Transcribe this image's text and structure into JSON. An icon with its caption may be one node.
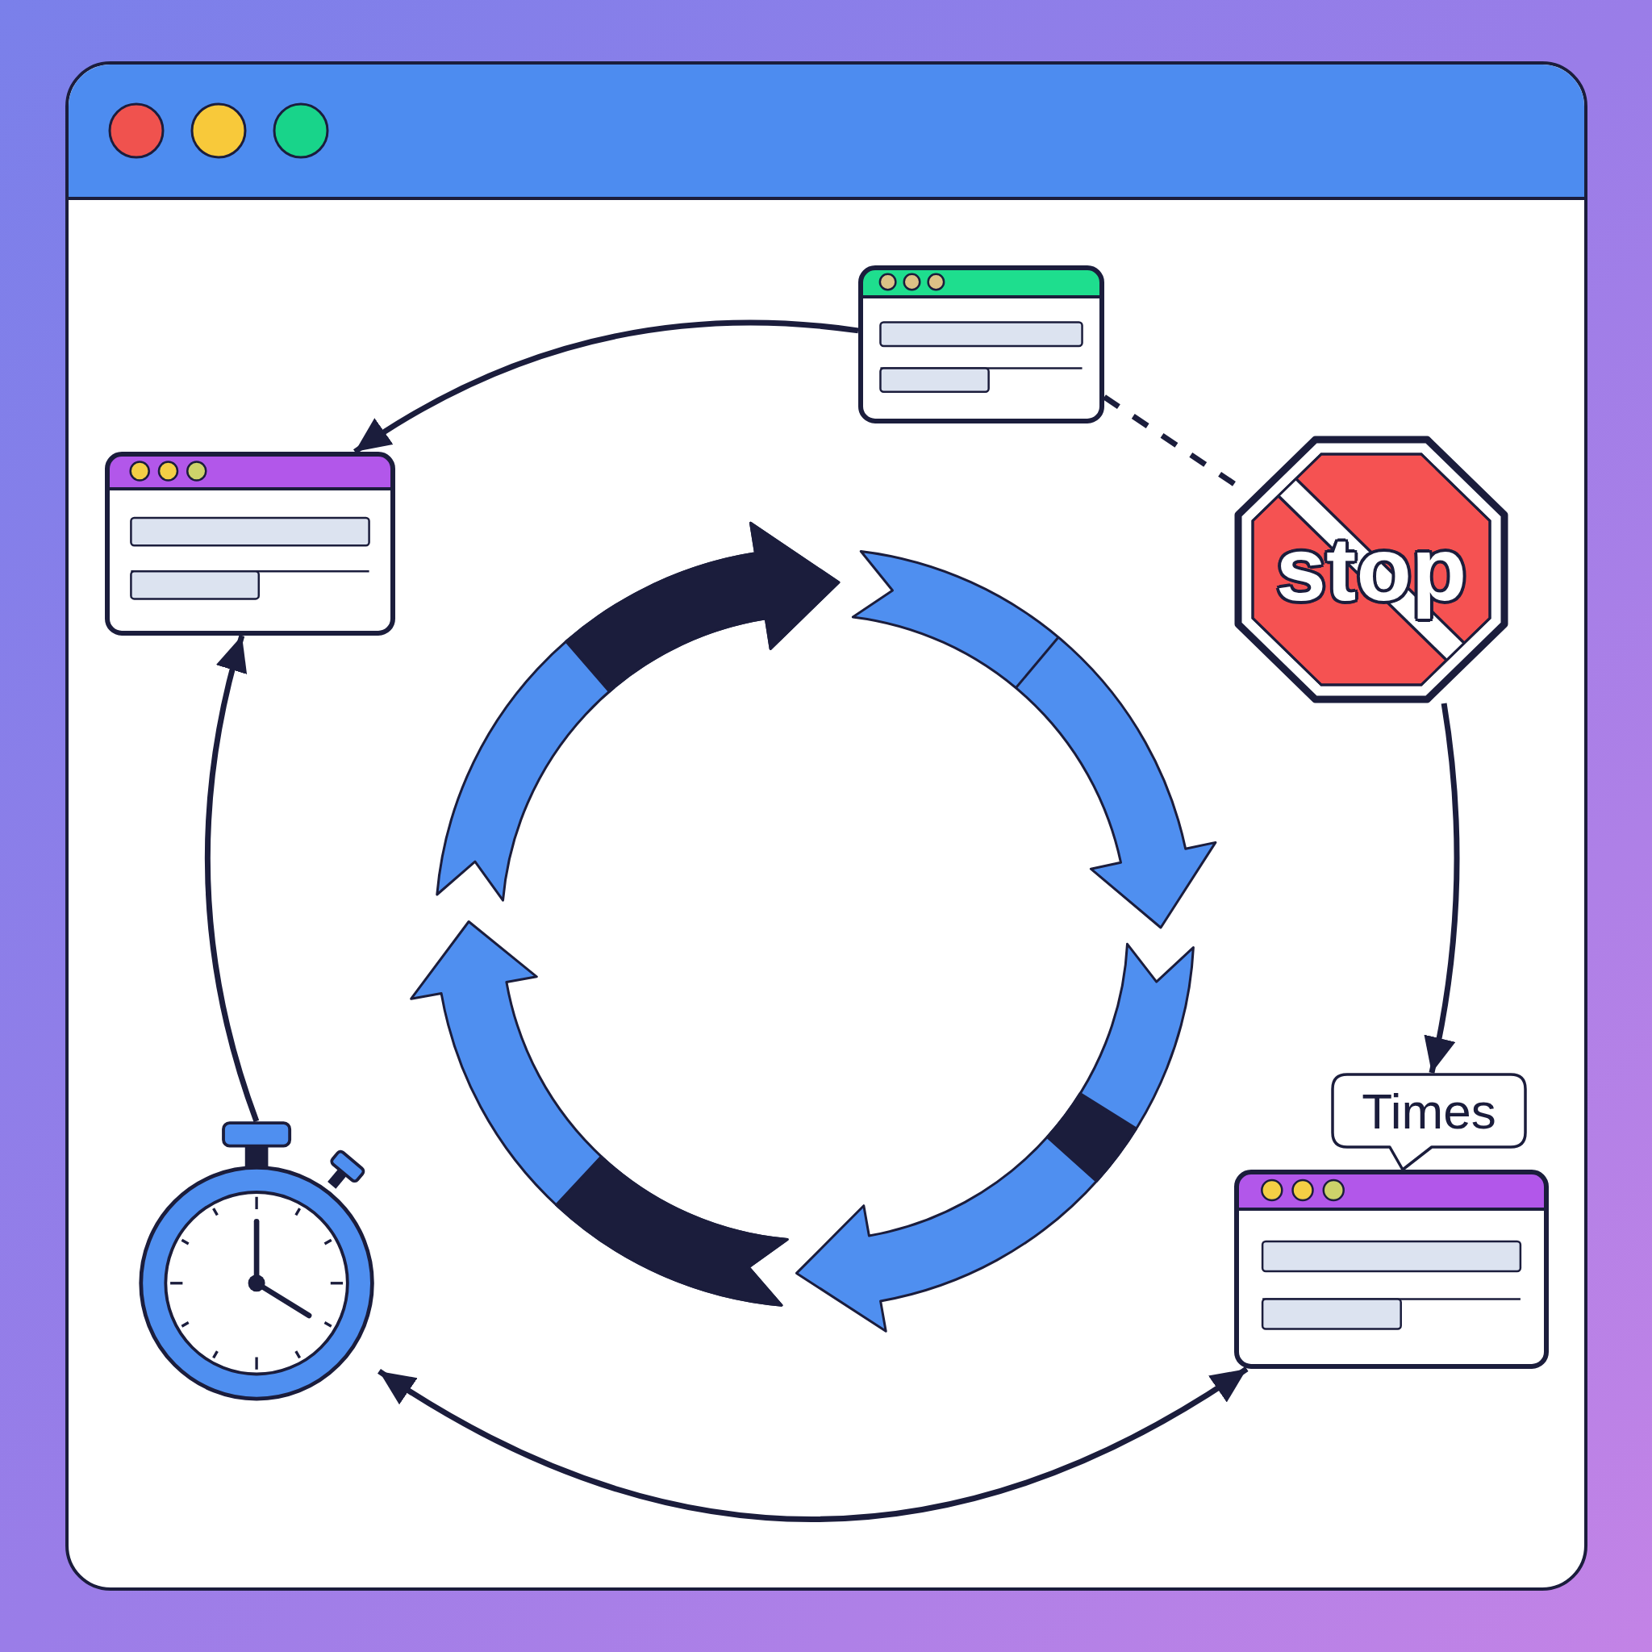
{
  "diagram": {
    "nodes": [
      {
        "text": [],
        "shape": "picture"
      },
      {
        "text": [],
        "shape": "picture"
      },
      {
        "text": [
          "stop"
        ]
      },
      {
        "text": [
          "Times"
        ]
      },
      {
        "text": [],
        "shape": "picture"
      },
      {
        "text": [],
        "shape": "picture"
      }
    ],
    "edges": [
      {
        "from": 0,
        "to": 1,
        "arrow": "to"
      },
      {
        "from": 0,
        "to": 2,
        "arrow": "none",
        "style": "dashed"
      },
      {
        "from": 2,
        "to": 3,
        "arrow": "to"
      },
      {
        "from": 4,
        "to": 5,
        "arrow": "both"
      },
      {
        "from": 5,
        "to": 1,
        "arrow": "to"
      }
    ]
  }
}
